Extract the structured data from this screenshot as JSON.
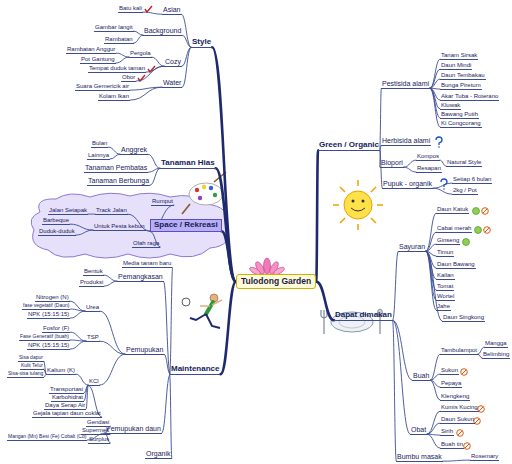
{
  "diagram": {
    "nodes": [
      {
        "text": [
          "Tulodong Garden"
        ]
      },
      {
        "text": [
          "Style"
        ]
      },
      {
        "text": [
          "Asian"
        ]
      },
      {
        "text": [
          "Batu kali"
        ]
      },
      {
        "text": [
          "Background"
        ]
      },
      {
        "text": [
          "Gambar langit"
        ]
      },
      {
        "text": [
          "Rambatan"
        ]
      },
      {
        "text": [
          "Cozy"
        ]
      },
      {
        "text": [
          "Pergola"
        ]
      },
      {
        "text": [
          "Rambatan Anggur"
        ]
      },
      {
        "text": [
          "Pot Gantung"
        ]
      },
      {
        "text": [
          "Tempat duduk taman"
        ]
      },
      {
        "text": [
          "Obor"
        ]
      },
      {
        "text": [
          "Water"
        ]
      },
      {
        "text": [
          "Suara Gemericik air"
        ]
      },
      {
        "text": [
          "Kolam Ikan"
        ]
      },
      {
        "text": [
          "Tanaman Hias"
        ]
      },
      {
        "text": [
          "Anggrek"
        ]
      },
      {
        "text": [
          "Bulan"
        ]
      },
      {
        "text": [
          "Lainnya"
        ]
      },
      {
        "text": [
          "Tanaman Pembatas"
        ]
      },
      {
        "text": [
          "Tanaman Berbunga"
        ]
      },
      {
        "text": [
          "Space / Rekreasi"
        ]
      },
      {
        "text": [
          "Rumput"
        ]
      },
      {
        "text": [
          "Track Jalan"
        ]
      },
      {
        "text": [
          "Jalan Setapak"
        ]
      },
      {
        "text": [
          "Untuk Pesta kebun"
        ]
      },
      {
        "text": [
          "Barbeque"
        ]
      },
      {
        "text": [
          "Duduk-duduk"
        ]
      },
      {
        "text": [
          "Olah raga"
        ]
      },
      {
        "text": [
          "Maintenance"
        ]
      },
      {
        "text": [
          "Media tanam baru"
        ]
      },
      {
        "text": [
          "Pemangkasan"
        ]
      },
      {
        "text": [
          "Bentuk"
        ]
      },
      {
        "text": [
          "Produksi"
        ]
      },
      {
        "text": [
          "Pemupukan"
        ]
      },
      {
        "text": [
          "Urea"
        ]
      },
      {
        "text": [
          "Nitrogen (N)"
        ]
      },
      {
        "text": [
          "fase vegetatif (Daun)"
        ]
      },
      {
        "text": [
          "NPK (15:15:15)"
        ]
      },
      {
        "text": [
          "TSP"
        ]
      },
      {
        "text": [
          "Fosfor (F)"
        ]
      },
      {
        "text": [
          "Fase Generatif (buah)"
        ]
      },
      {
        "text": [
          "NPK (15:15:15)"
        ]
      },
      {
        "text": [
          "KCl"
        ]
      },
      {
        "text": [
          "Kalium (K)"
        ]
      },
      {
        "text": [
          "Sisa dapur"
        ]
      },
      {
        "text": [
          "Kulit Telur"
        ]
      },
      {
        "text": [
          "Sisa-sisa tulang"
        ]
      },
      {
        "text": [
          "Transportasi"
        ]
      },
      {
        "text": [
          "Karbohidrat"
        ]
      },
      {
        "text": [
          "Daya Serap Air"
        ]
      },
      {
        "text": [
          "Gejala tapian daun coklat"
        ]
      },
      {
        "text": [
          "Pemupukan daun"
        ]
      },
      {
        "text": [
          "Gendasi"
        ]
      },
      {
        "text": [
          "Mangan (Mn) Besi (Fe) Cobalt (Co)"
        ]
      },
      {
        "text": [
          "Supermes"
        ]
      },
      {
        "text": [
          "Surplus"
        ]
      },
      {
        "text": [
          "Organik"
        ]
      },
      {
        "text": [
          "Green / Organic"
        ]
      },
      {
        "text": [
          "Pestisida alami"
        ]
      },
      {
        "text": [
          "Tanam Sirsak"
        ]
      },
      {
        "text": [
          "Daun Mindi"
        ]
      },
      {
        "text": [
          "Daun Tembakau"
        ]
      },
      {
        "text": [
          "Bunga Piretum"
        ]
      },
      {
        "text": [
          "Akar Tuba - Roterano"
        ]
      },
      {
        "text": [
          "Kluwak"
        ]
      },
      {
        "text": [
          "Bawang Putih"
        ]
      },
      {
        "text": [
          "Ki Congcorang"
        ]
      },
      {
        "text": [
          "Herbisida alami"
        ]
      },
      {
        "text": [
          "Biopori"
        ]
      },
      {
        "text": [
          "Kompos"
        ]
      },
      {
        "text": [
          "Natural Style"
        ]
      },
      {
        "text": [
          "Resapan"
        ]
      },
      {
        "text": [
          "Pupuk - organik"
        ]
      },
      {
        "text": [
          "Setiap 6 bulan"
        ]
      },
      {
        "text": [
          "2kg / Pot"
        ]
      },
      {
        "text": [
          "Dapat dimakan"
        ]
      },
      {
        "text": [
          "Sayuran"
        ]
      },
      {
        "text": [
          "Daun Katuk"
        ]
      },
      {
        "text": [
          "Cabai merah"
        ]
      },
      {
        "text": [
          "Ginseng"
        ]
      },
      {
        "text": [
          "Timun"
        ]
      },
      {
        "text": [
          "Daun Bawang"
        ]
      },
      {
        "text": [
          "Kailan"
        ]
      },
      {
        "text": [
          "Tomat"
        ]
      },
      {
        "text": [
          "Wortel"
        ]
      },
      {
        "text": [
          "Jahe"
        ]
      },
      {
        "text": [
          "Daun Singkong"
        ]
      },
      {
        "text": [
          "Buah"
        ]
      },
      {
        "text": [
          "Tambulampot"
        ]
      },
      {
        "text": [
          "Mangga"
        ]
      },
      {
        "text": [
          "Belimbing"
        ]
      },
      {
        "text": [
          "Sukun"
        ]
      },
      {
        "text": [
          "Pepaya"
        ]
      },
      {
        "text": [
          "Klengkeng"
        ]
      },
      {
        "text": [
          "Obat"
        ]
      },
      {
        "text": [
          "Kumis Kucing"
        ]
      },
      {
        "text": [
          "Daun Sukun"
        ]
      },
      {
        "text": [
          "Sirih"
        ]
      },
      {
        "text": [
          "Buah tin"
        ]
      },
      {
        "text": [
          "Bumbu masak"
        ]
      },
      {
        "text": [
          "Rosemary"
        ]
      }
    ],
    "edges": [
      {
        "from": 0,
        "to": 1,
        "arrow": "none"
      },
      {
        "from": 1,
        "to": 2,
        "arrow": "none"
      },
      {
        "from": 2,
        "to": 3,
        "arrow": "none"
      },
      {
        "from": 1,
        "to": 4,
        "arrow": "none"
      },
      {
        "from": 4,
        "to": 5,
        "arrow": "none"
      },
      {
        "from": 4,
        "to": 6,
        "arrow": "none"
      },
      {
        "from": 1,
        "to": 7,
        "arrow": "none"
      },
      {
        "from": 7,
        "to": 8,
        "arrow": "none"
      },
      {
        "from": 8,
        "to": 9,
        "arrow": "none"
      },
      {
        "from": 8,
        "to": 10,
        "arrow": "none"
      },
      {
        "from": 7,
        "to": 11,
        "arrow": "none"
      },
      {
        "from": 7,
        "to": 12,
        "arrow": "none"
      },
      {
        "from": 1,
        "to": 13,
        "arrow": "none"
      },
      {
        "from": 13,
        "to": 14,
        "arrow": "none"
      },
      {
        "from": 13,
        "to": 15,
        "arrow": "none"
      },
      {
        "from": 0,
        "to": 16,
        "arrow": "none"
      },
      {
        "from": 16,
        "to": 17,
        "arrow": "none"
      },
      {
        "from": 17,
        "to": 18,
        "arrow": "none"
      },
      {
        "from": 17,
        "to": 19,
        "arrow": "none"
      },
      {
        "from": 16,
        "to": 20,
        "arrow": "none"
      },
      {
        "from": 16,
        "to": 21,
        "arrow": "none"
      },
      {
        "from": 0,
        "to": 22,
        "arrow": "none"
      },
      {
        "from": 22,
        "to": 23,
        "arrow": "none"
      },
      {
        "from": 22,
        "to": 24,
        "arrow": "none"
      },
      {
        "from": 24,
        "to": 25,
        "arrow": "none"
      },
      {
        "from": 22,
        "to": 26,
        "arrow": "none"
      },
      {
        "from": 26,
        "to": 27,
        "arrow": "none"
      },
      {
        "from": 26,
        "to": 28,
        "arrow": "none"
      },
      {
        "from": 22,
        "to": 29,
        "arrow": "none"
      },
      {
        "from": 0,
        "to": 30,
        "arrow": "none"
      },
      {
        "from": 30,
        "to": 31,
        "arrow": "none"
      },
      {
        "from": 30,
        "to": 32,
        "arrow": "none"
      },
      {
        "from": 32,
        "to": 33,
        "arrow": "none"
      },
      {
        "from": 32,
        "to": 34,
        "arrow": "none"
      },
      {
        "from": 30,
        "to": 35,
        "arrow": "none"
      },
      {
        "from": 35,
        "to": 36,
        "arrow": "none"
      },
      {
        "from": 36,
        "to": 37,
        "arrow": "none"
      },
      {
        "from": 36,
        "to": 38,
        "arrow": "none"
      },
      {
        "from": 36,
        "to": 39,
        "arrow": "none"
      },
      {
        "from": 35,
        "to": 40,
        "arrow": "none"
      },
      {
        "from": 40,
        "to": 41,
        "arrow": "none"
      },
      {
        "from": 40,
        "to": 42,
        "arrow": "none"
      },
      {
        "from": 40,
        "to": 43,
        "arrow": "none"
      },
      {
        "from": 35,
        "to": 44,
        "arrow": "none"
      },
      {
        "from": 44,
        "to": 45,
        "arrow": "none"
      },
      {
        "from": 45,
        "to": 46,
        "arrow": "none"
      },
      {
        "from": 45,
        "to": 47,
        "arrow": "none"
      },
      {
        "from": 45,
        "to": 48,
        "arrow": "none"
      },
      {
        "from": 44,
        "to": 49,
        "arrow": "none"
      },
      {
        "from": 44,
        "to": 50,
        "arrow": "none"
      },
      {
        "from": 44,
        "to": 51,
        "arrow": "none"
      },
      {
        "from": 44,
        "to": 52,
        "arrow": "none"
      },
      {
        "from": 30,
        "to": 53,
        "arrow": "none"
      },
      {
        "from": 53,
        "to": 54,
        "arrow": "none"
      },
      {
        "from": 53,
        "to": 55,
        "arrow": "none"
      },
      {
        "from": 53,
        "to": 56,
        "arrow": "none"
      },
      {
        "from": 53,
        "to": 57,
        "arrow": "none"
      },
      {
        "from": 30,
        "to": 58,
        "arrow": "none"
      },
      {
        "from": 0,
        "to": 59,
        "arrow": "none"
      },
      {
        "from": 59,
        "to": 60,
        "arrow": "none"
      },
      {
        "from": 60,
        "to": 61,
        "arrow": "none"
      },
      {
        "from": 60,
        "to": 62,
        "arrow": "none"
      },
      {
        "from": 60,
        "to": 63,
        "arrow": "none"
      },
      {
        "from": 60,
        "to": 64,
        "arrow": "none"
      },
      {
        "from": 60,
        "to": 65,
        "arrow": "none"
      },
      {
        "from": 60,
        "to": 66,
        "arrow": "none"
      },
      {
        "from": 60,
        "to": 67,
        "arrow": "none"
      },
      {
        "from": 60,
        "to": 68,
        "arrow": "none"
      },
      {
        "from": 59,
        "to": 69,
        "arrow": "none"
      },
      {
        "from": 59,
        "to": 70,
        "arrow": "none"
      },
      {
        "from": 70,
        "to": 71,
        "arrow": "none"
      },
      {
        "from": 71,
        "to": 72,
        "arrow": "none"
      },
      {
        "from": 70,
        "to": 73,
        "arrow": "none"
      },
      {
        "from": 59,
        "to": 74,
        "arrow": "none"
      },
      {
        "from": 74,
        "to": 75,
        "arrow": "none"
      },
      {
        "from": 74,
        "to": 76,
        "arrow": "none"
      },
      {
        "from": 0,
        "to": 77,
        "arrow": "none"
      },
      {
        "from": 77,
        "to": 78,
        "arrow": "none"
      },
      {
        "from": 78,
        "to": 79,
        "arrow": "none"
      },
      {
        "from": 78,
        "to": 80,
        "arrow": "none"
      },
      {
        "from": 78,
        "to": 81,
        "arrow": "none"
      },
      {
        "from": 78,
        "to": 82,
        "arrow": "none"
      },
      {
        "from": 78,
        "to": 83,
        "arrow": "none"
      },
      {
        "from": 78,
        "to": 84,
        "arrow": "none"
      },
      {
        "from": 78,
        "to": 85,
        "arrow": "none"
      },
      {
        "from": 78,
        "to": 86,
        "arrow": "none"
      },
      {
        "from": 78,
        "to": 87,
        "arrow": "none"
      },
      {
        "from": 78,
        "to": 88,
        "arrow": "none"
      },
      {
        "from": 77,
        "to": 89,
        "arrow": "none"
      },
      {
        "from": 89,
        "to": 90,
        "arrow": "none"
      },
      {
        "from": 90,
        "to": 91,
        "arrow": "none"
      },
      {
        "from": 90,
        "to": 92,
        "arrow": "none"
      },
      {
        "from": 89,
        "to": 93,
        "arrow": "none"
      },
      {
        "from": 89,
        "to": 94,
        "arrow": "none"
      },
      {
        "from": 89,
        "to": 95,
        "arrow": "none"
      },
      {
        "from": 77,
        "to": 96,
        "arrow": "none"
      },
      {
        "from": 96,
        "to": 97,
        "arrow": "none"
      },
      {
        "from": 96,
        "to": 98,
        "arrow": "none"
      },
      {
        "from": 96,
        "to": 99,
        "arrow": "none"
      },
      {
        "from": 96,
        "to": 100,
        "arrow": "none"
      },
      {
        "from": 77,
        "to": 101,
        "arrow": "none"
      },
      {
        "from": 101,
        "to": 102,
        "arrow": "none"
      }
    ]
  }
}
